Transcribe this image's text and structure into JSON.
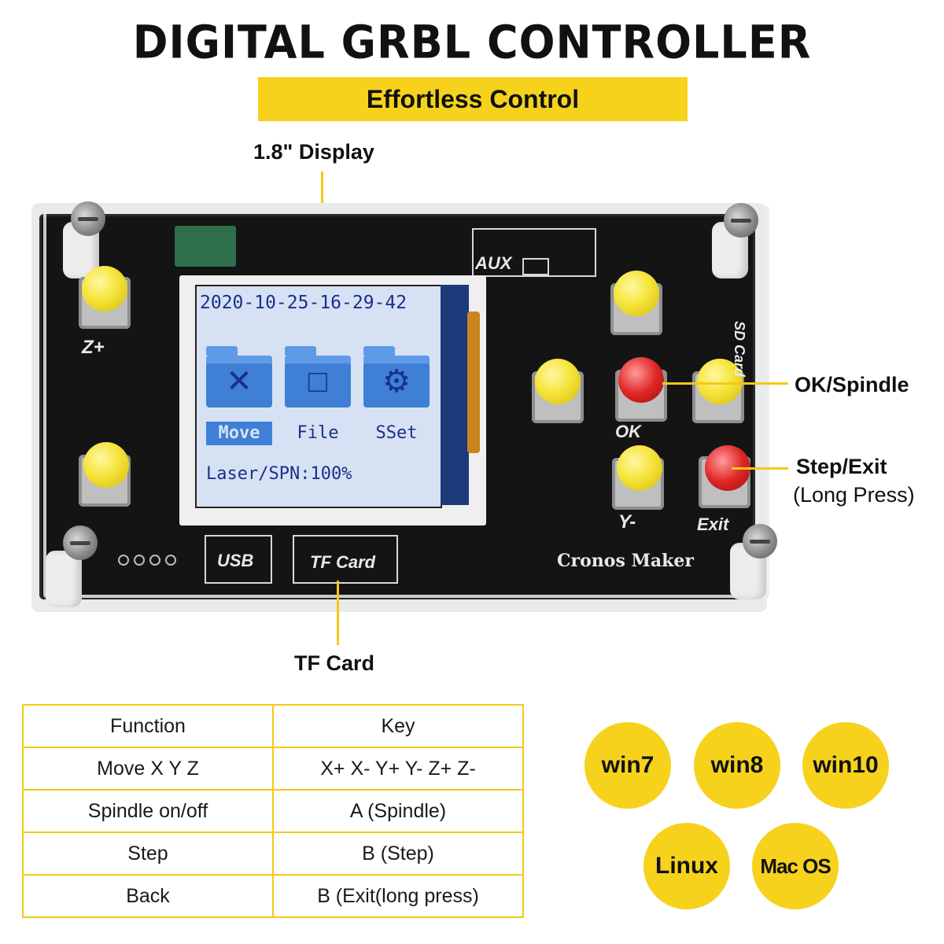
{
  "header": {
    "title": "DIGITAL GRBL CONTROLLER",
    "subtitle": "Effortless Control"
  },
  "callouts": {
    "display": "1.8\" Display",
    "ok_spindle": "OK/Spindle",
    "step_exit": "Step/Exit",
    "step_exit_note": "(Long Press)",
    "tf_card": "TF Card"
  },
  "device": {
    "silkscreen": {
      "z_plus": "Z+",
      "aux": "AUX",
      "sd_card": "SD Card",
      "ok": "OK",
      "y_minus": "Y-",
      "exit": "Exit",
      "usb": "USB",
      "tf_card": "TF Card",
      "brand": "Cronos Maker"
    },
    "screen": {
      "datetime": "2020-10-25-16-29-42",
      "menu": [
        "Move",
        "File",
        "SSet"
      ],
      "status": "Laser/SPN:100%"
    }
  },
  "table": {
    "headers": [
      "Function",
      "Key"
    ],
    "rows": [
      [
        "Move X Y Z",
        "X+ X- Y+ Y- Z+ Z-"
      ],
      [
        "Spindle on/off",
        "A (Spindle)"
      ],
      [
        "Step",
        "B (Step)"
      ],
      [
        "Back",
        "B (Exit(long press)"
      ]
    ]
  },
  "os_support": [
    "win7",
    "win8",
    "win10",
    "Linux",
    "Mac OS"
  ],
  "colors": {
    "accent_yellow": "#f6d21c",
    "board_black": "#141414",
    "lcd_blue": "#1b2f8a"
  }
}
